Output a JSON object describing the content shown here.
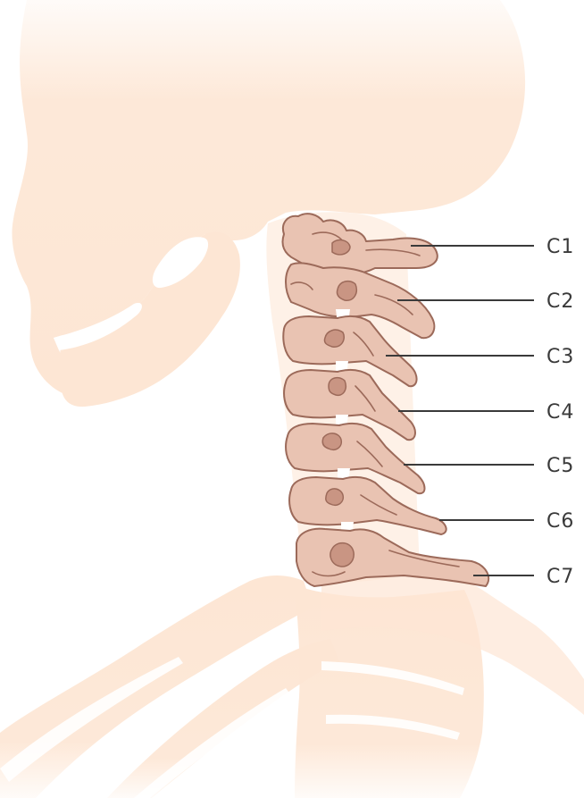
{
  "colors": {
    "background": "#ffffff",
    "silhouette": "#fde6d4",
    "bone_fill": "#e9c3b2",
    "bone_stroke": "#9c6a5a",
    "bone_dark": "#c99583",
    "label_text": "#3a3a3a"
  },
  "vertebrae": [
    {
      "label": "C1"
    },
    {
      "label": "C2"
    },
    {
      "label": "C3"
    },
    {
      "label": "C4"
    },
    {
      "label": "C5"
    },
    {
      "label": "C6"
    },
    {
      "label": "C7"
    }
  ]
}
